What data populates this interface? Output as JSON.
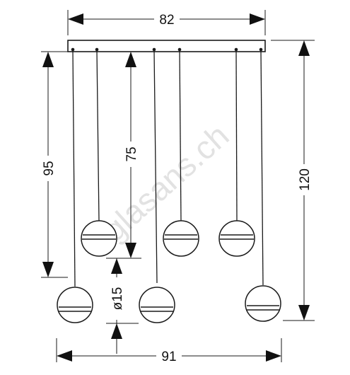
{
  "diagram": {
    "unit_dimensions": {
      "canopy_width": "82",
      "total_width": "91",
      "total_height": "120",
      "max_drop": "95",
      "min_drop": "75",
      "globe_diameter": "ø15"
    },
    "pendant_count": 6,
    "watermark": "glasans.ch",
    "colors": {
      "line": "#1a1a1a",
      "arrow": "#111111",
      "globe_fill": "#ffffff",
      "watermark": "#d9d9d9"
    }
  }
}
